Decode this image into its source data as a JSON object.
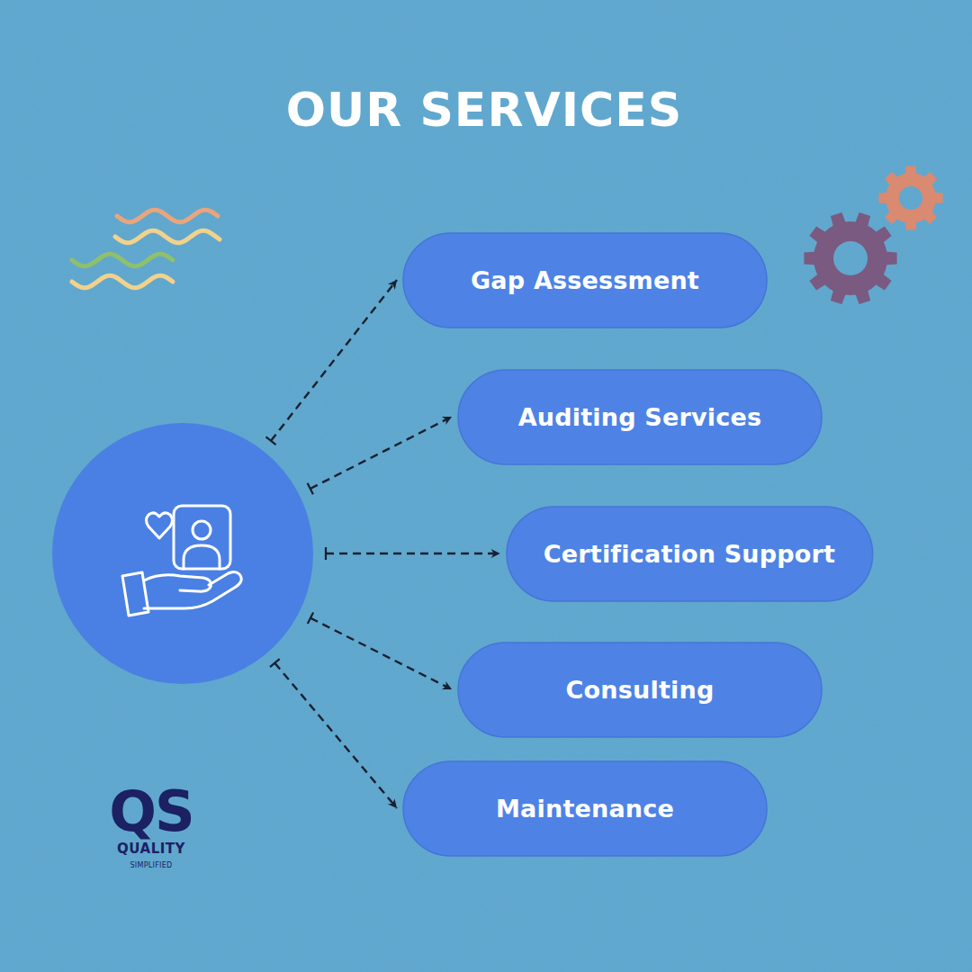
{
  "diagram": {
    "title": "OUR SERVICES",
    "nodes": [
      {
        "text": []
      },
      {
        "text": [
          "Gap Assessment"
        ]
      },
      {
        "text": [
          "Auditing Services"
        ]
      },
      {
        "text": [
          "Certification Support"
        ]
      },
      {
        "text": [
          "Consulting"
        ]
      },
      {
        "text": [
          "Maintenance"
        ]
      }
    ],
    "edges": [
      {
        "from": 0,
        "to": 1,
        "arrow": "to"
      },
      {
        "from": 0,
        "to": 2,
        "arrow": "to"
      },
      {
        "from": 0,
        "to": 3,
        "arrow": "to"
      },
      {
        "from": 0,
        "to": 4,
        "arrow": "to"
      },
      {
        "from": 0,
        "to": 5,
        "arrow": "to"
      }
    ],
    "labels": [
      "QS",
      "QUALITY",
      "SIMPLIFIED"
    ]
  }
}
